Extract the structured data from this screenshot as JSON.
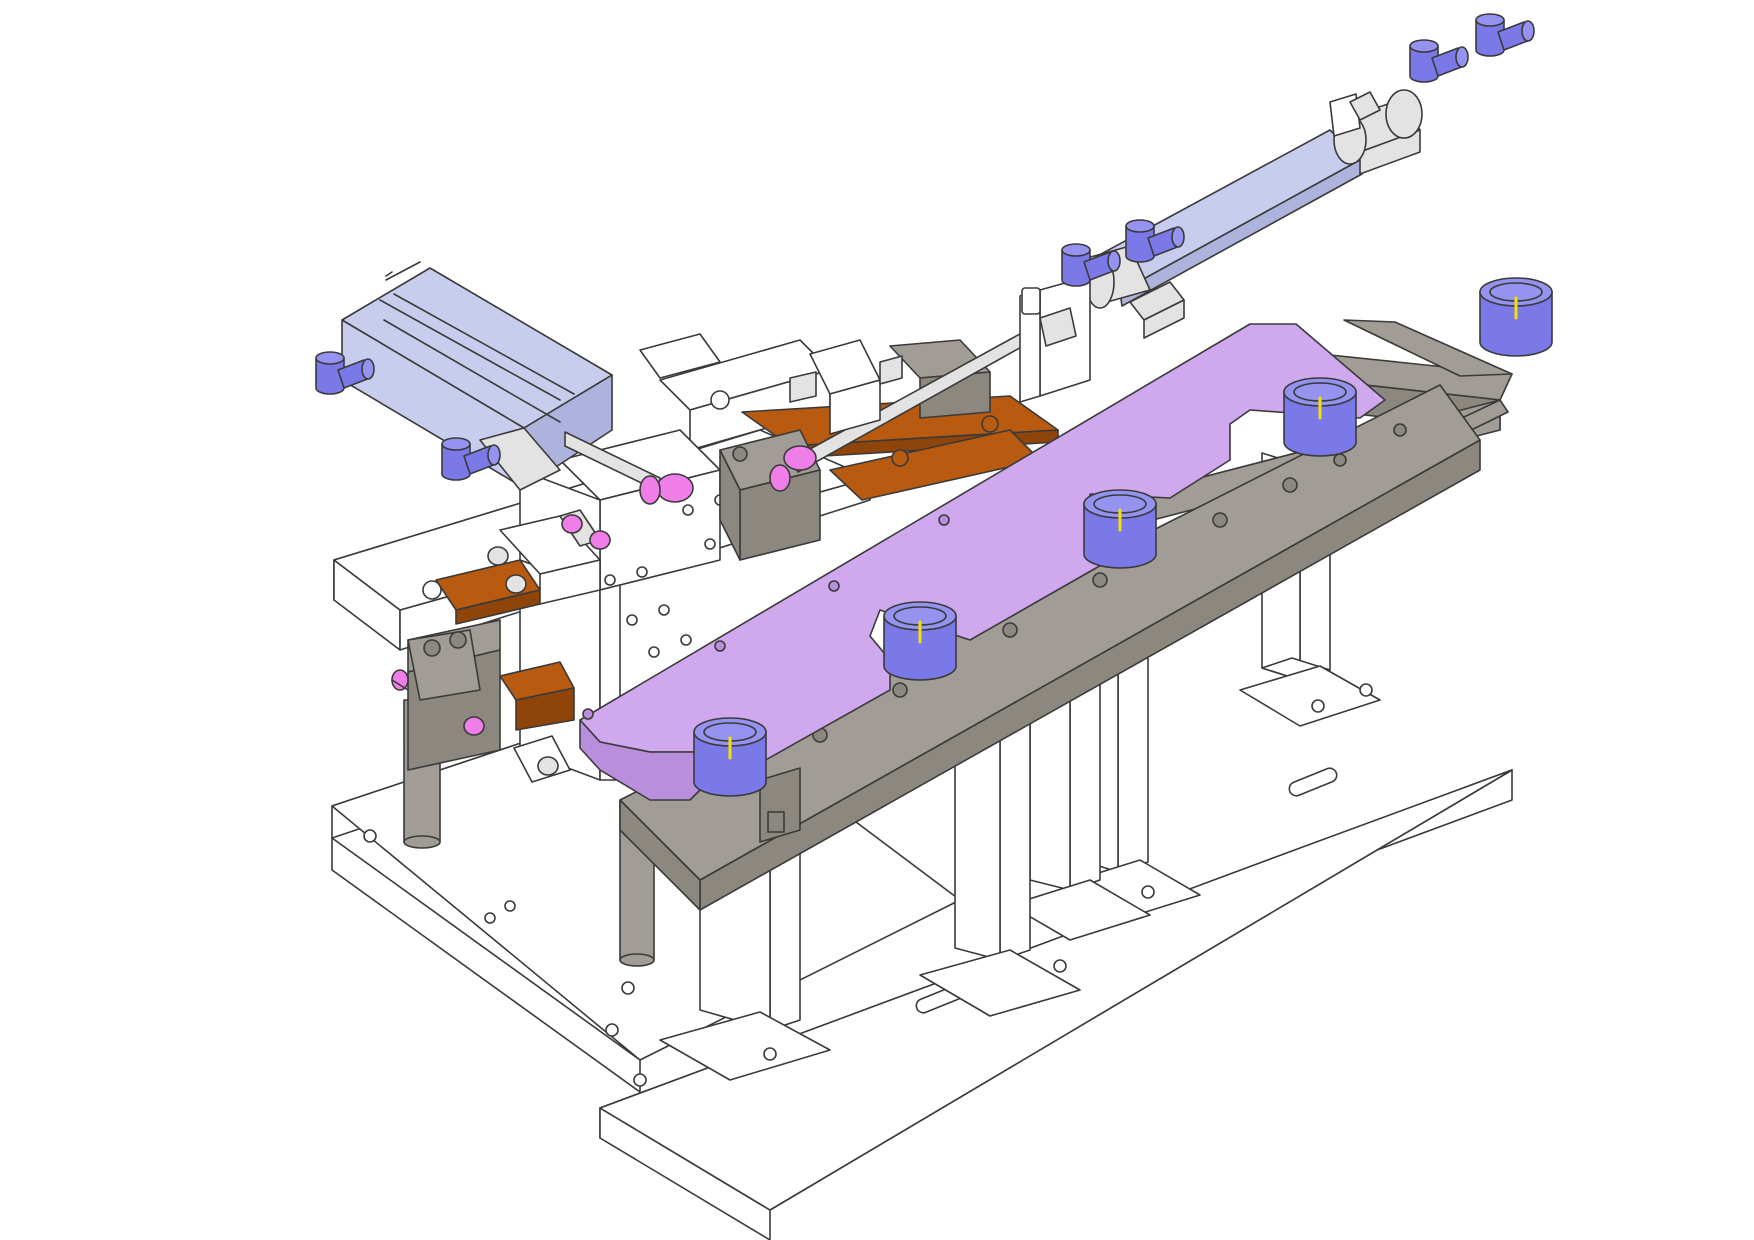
{
  "colors": {
    "background": "#ffffff",
    "outline": "#3a3a3a",
    "frame_white": "#ffffff",
    "rail_gray": "#a19c95",
    "rail_gray_dark": "#8c877f",
    "plate_purple": "#cfa8ee",
    "cylinder_lavender": "#c8cdee",
    "fitting_blue": "#7b78e8",
    "copper": "#b85a10",
    "fitting_pink": "#f07ee8",
    "metal_light": "#e3e3e3",
    "indicator_yellow": "#f5e000"
  },
  "components": [
    "base-plate-left",
    "base-plate-right",
    "support-pillars",
    "guide-rail-assembly",
    "purple-carrier-plate",
    "round-workpiece-nests",
    "long-pneumatic-cylinder",
    "compact-pneumatic-cylinder",
    "push-fittings",
    "copper-slide-bars"
  ]
}
